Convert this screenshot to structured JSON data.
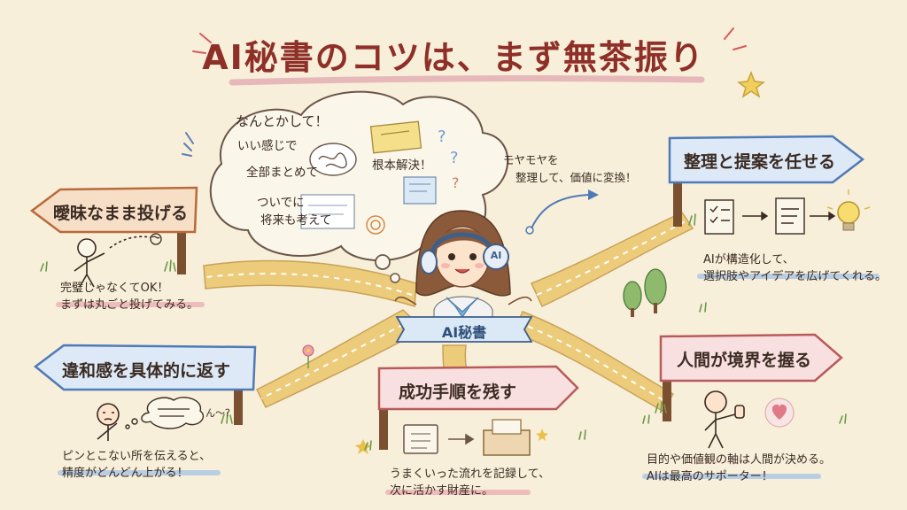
{
  "title": "AI秘書のコツは、まず無茶振り",
  "center_label": "AI秘書",
  "ai_badge": "AI",
  "thought_bubble": {
    "line1": "なんとかして！",
    "line2": "いい感じで",
    "line3": "全部まとめて",
    "line4": "ついでに",
    "line5": "将来も考えて",
    "side": "根本解決！"
  },
  "moyamoya": {
    "line1": "モヤモヤを",
    "line2": "整理して、価値に変換！"
  },
  "signs": {
    "vague": {
      "label": "曖昧なまま投げる",
      "caption1": "完璧じゃなくてOK！",
      "caption2": "まずは丸ごと投げてみる。"
    },
    "feedback": {
      "label": "違和感を具体的に返す",
      "caption1": "ピンとこない所を伝えると、",
      "caption2": "精度がどんどん上がる！",
      "hmm": "ん～？"
    },
    "record": {
      "label": "成功手順を残す",
      "caption1": "うまくいった流れを記録して、",
      "caption2": "次に活かす財産に。"
    },
    "delegate": {
      "label": "整理と提案を任せる",
      "caption1": "AIが構造化して、",
      "caption2": "選択肢やアイデアを広げてくれる。"
    },
    "boundary": {
      "label": "人間が境界を握る",
      "caption1": "目的や価値観の軸は人間が決める。",
      "caption2": "AIは最高のサポーター！"
    }
  },
  "colors": {
    "title": "#8e2f28",
    "sign_orange": "#d88a54",
    "sign_blue": "#6d9ad1",
    "sign_pink": "#d98f8f",
    "road": "#eccb7b",
    "highlight_pink": "#e9a6b0",
    "highlight_blue": "#9ec1e6"
  }
}
